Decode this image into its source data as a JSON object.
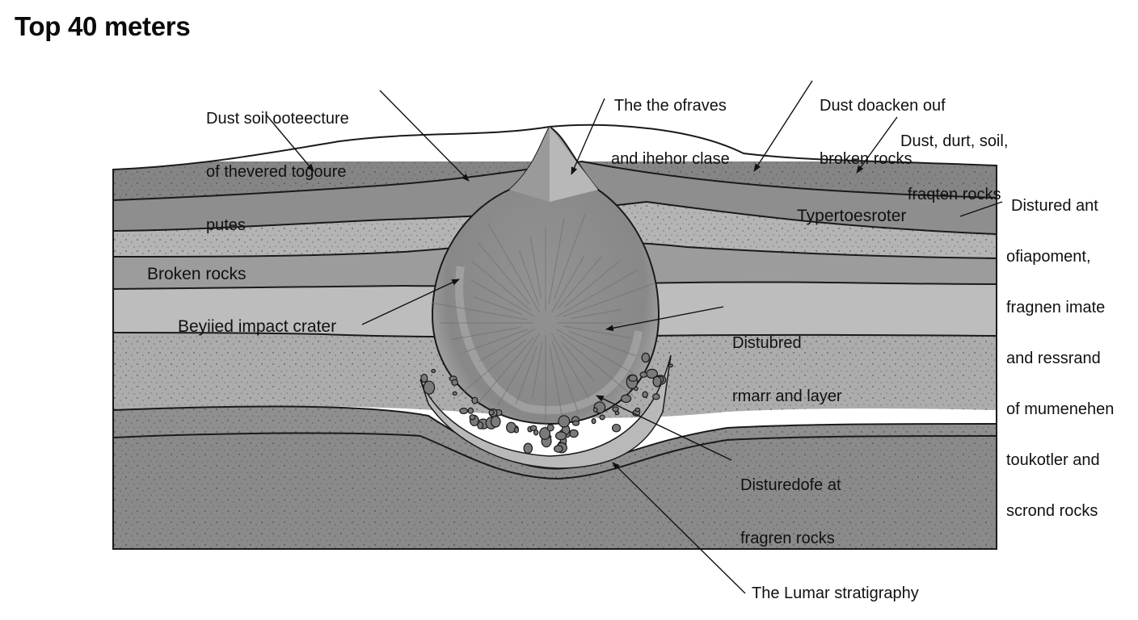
{
  "title": "Top 40 meters",
  "layers": [
    {
      "name": "surface-regolith",
      "fill": "#858585",
      "speckled": true
    },
    {
      "name": "upper-dark-layer",
      "fill": "#8e8e8e",
      "speckled": false
    },
    {
      "name": "light-speckled-layer",
      "fill": "#b4b4b4",
      "speckled": true
    },
    {
      "name": "broken-rocks-layer",
      "fill": "#9c9c9c",
      "speckled": false
    },
    {
      "name": "pale-layer",
      "fill": "#bdbdbd",
      "speckled": false
    },
    {
      "name": "speckled-middle-layer",
      "fill": "#acacac",
      "speckled": true
    },
    {
      "name": "dark-band",
      "fill": "#8f8f8f",
      "speckled": true
    },
    {
      "name": "bedrock",
      "fill": "#8a8a8a",
      "speckled": true
    }
  ],
  "labels": {
    "top_left": [
      "Dust soil ooteecture",
      "of thevered togoure",
      "putes"
    ],
    "top_center": [
      "The the ofraves",
      "and ihehor clase"
    ],
    "top_right_1": [
      "Dust doacken ouf",
      "broken rocks"
    ],
    "top_right_2": [
      "Dust, durt, soil,",
      "fraqten rocks"
    ],
    "right_side": [
      "Distured ant",
      "ofiapoment,",
      "fragnen imate",
      "and ressrand",
      "of mumenehen",
      "toukotler and",
      "scrond rocks"
    ],
    "typer": "Typertoesroter",
    "broken_rocks": "Broken rocks",
    "buried_crater": "Beyiied impact crater",
    "disturbed_layer": [
      "Distubred",
      "rmarr and layer"
    ],
    "disturbed_fragments": [
      "Disturedofe at",
      "fragren rocks"
    ],
    "stratigraphy": "The Lumar stratigraphy"
  },
  "colors": {
    "outline": "#1a1a1a",
    "crater_fill": "#8c8c8c",
    "crater_rim": "#a6a6a6",
    "ejecta_fill": "#b9b9b9",
    "rock_fill": "#7a7a7a"
  }
}
